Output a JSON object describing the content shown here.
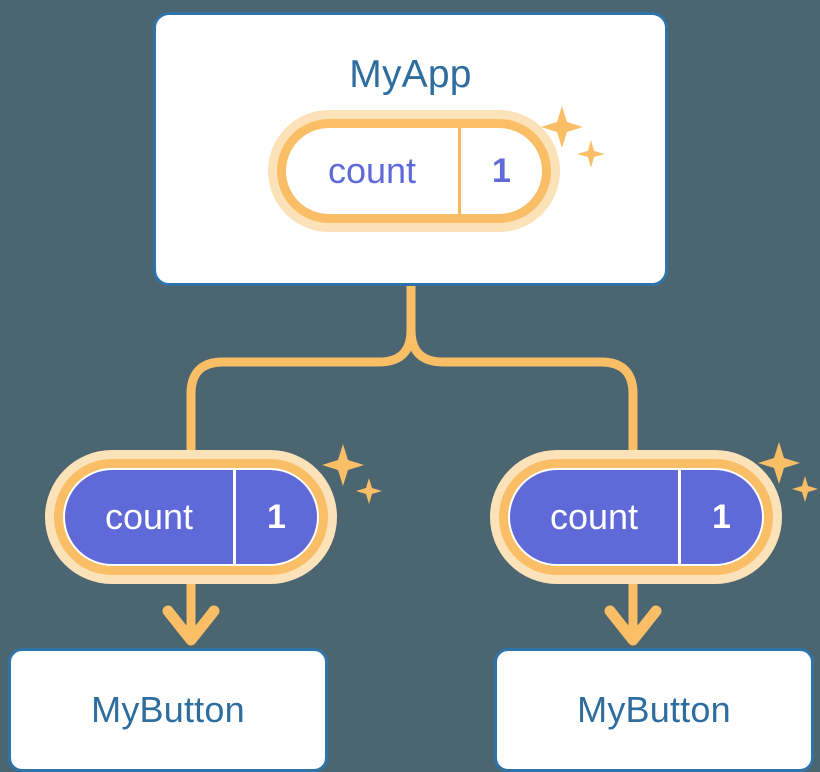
{
  "theme": {
    "background": "#4c6671",
    "card_border": "#2e74a8",
    "card_fill": "#ffffff",
    "title_text": "#2e6d9e",
    "accent_orange": "#f9be66",
    "accent_orange_soft": "#fce2b8",
    "state_purple": "#5f6ad8",
    "state_text_on_purple": "#ffffff"
  },
  "diagram": {
    "type": "component-state-propagation-tree",
    "root": {
      "title": "MyApp",
      "state": {
        "name": "count",
        "value": "1"
      }
    },
    "children": [
      {
        "state": {
          "name": "count",
          "value": "1"
        },
        "component": {
          "title": "MyButton"
        }
      },
      {
        "state": {
          "name": "count",
          "value": "1"
        },
        "component": {
          "title": "MyButton"
        }
      }
    ],
    "icons": {
      "sparkle_large": "sparkle-icon",
      "sparkle_small": "sparkle-icon"
    }
  }
}
